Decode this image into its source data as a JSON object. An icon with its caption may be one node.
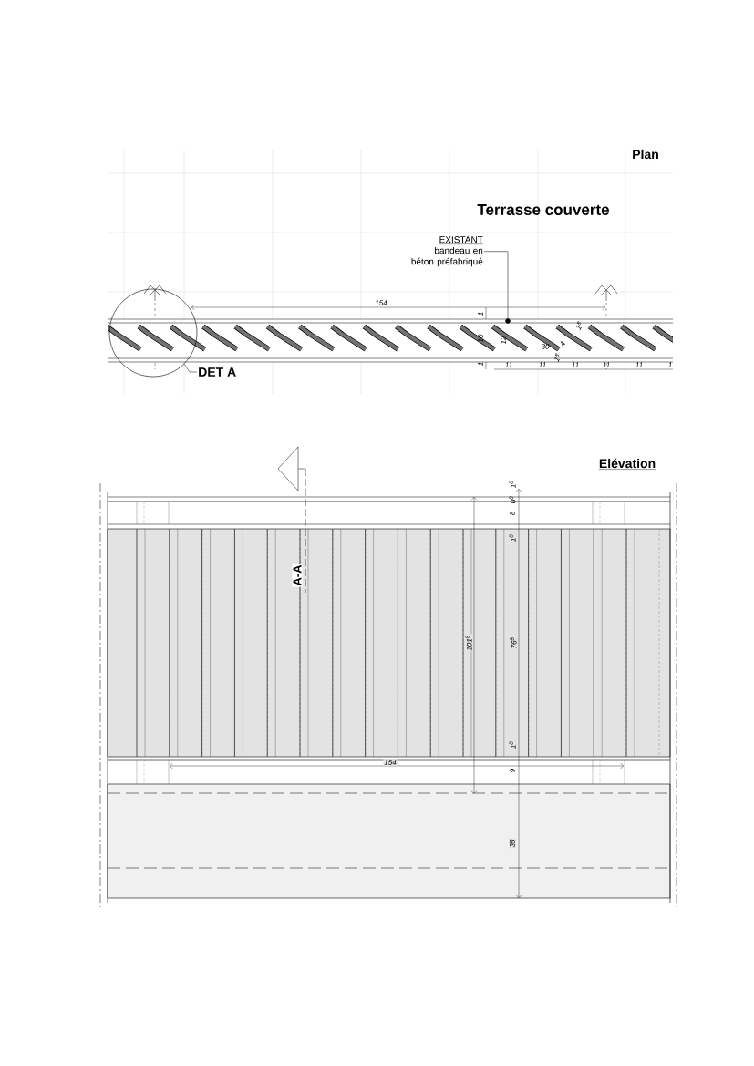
{
  "diagram": {
    "nodes": [
      {
        "text": [
          "EXISTANT",
          "bandeau en béton préfabriqué"
        ]
      },
      {
        "text": [],
        "shape": "circle"
      },
      {
        "text": [],
        "shape": "circle"
      },
      {
        "text": [
          "DET A"
        ]
      }
    ],
    "edges": [
      {
        "from": 0,
        "to": 2,
        "arrow": "none"
      },
      {
        "from": 3,
        "to": 1,
        "arrow": "none"
      }
    ],
    "labels": [
      "Plan",
      "Terrasse couverte",
      "154",
      "1",
      "10",
      "1",
      "12",
      "30",
      "4",
      "1$^{8}$",
      "1$^{8}$",
      "11",
      "11",
      "11",
      "11",
      "11",
      "1",
      "Elévation",
      "A-A",
      "1$^{8}$",
      "0$^{8}$",
      "8",
      "1$^{8}$",
      "101$^{8}$",
      "76$^{8}$",
      "1$^{8}$",
      "9",
      "154",
      "38"
    ]
  }
}
